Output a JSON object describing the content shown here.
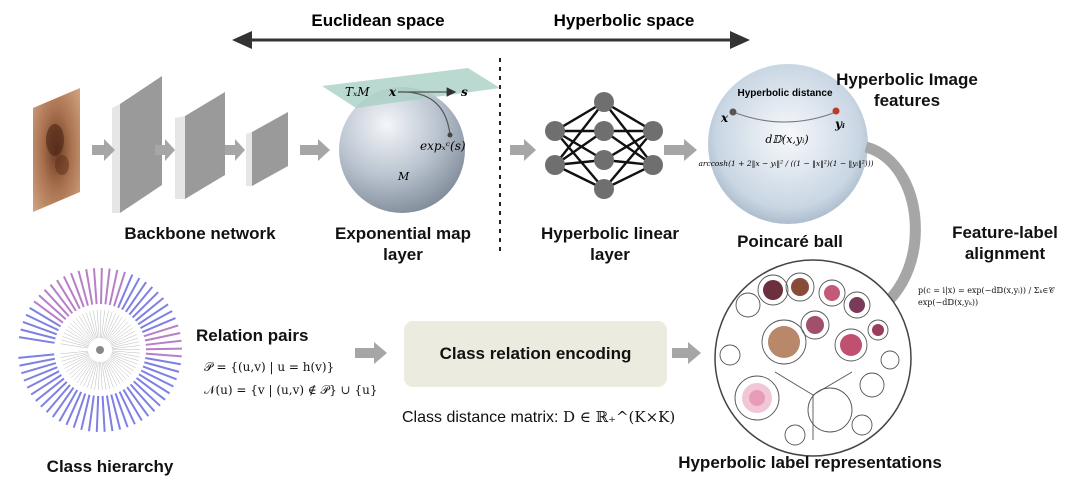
{
  "top_axis": {
    "euclidean_label": "Euclidean space",
    "hyperbolic_label": "Hyperbolic space"
  },
  "modules": {
    "backbone": "Backbone network",
    "exp_map_line1": "Exponential map",
    "exp_map_line2": "layer",
    "hyp_linear_line1": "Hyperbolic linear",
    "hyp_linear_line2": "layer",
    "poincare": "Poincaré ball",
    "hyp_features_line1": "Hyperbolic Image",
    "hyp_features_line2": "features",
    "alignment_line1": "Feature-label",
    "alignment_line2": "alignment",
    "relation_pairs": "Relation pairs",
    "class_relation_encoding": "Class relation encoding",
    "class_hierarchy": "Class hierarchy",
    "hyp_label_repr": "Hyperbolic label representations"
  },
  "exp_map_sphere": {
    "tangent_label": "TₓM",
    "x_label": "x",
    "s_label": "s",
    "exp_label": "expₓᶜ(s)",
    "manifold_label": "M"
  },
  "poincare_ball": {
    "distance_title": "Hyperbolic distance",
    "x_label": "x",
    "y_label": "yᵢ",
    "distance_symbol": "d𝔻(x,yᵢ)",
    "formula": "arccosh(1 + 2‖x − yᵢ‖² / ((1 − ‖x‖²)(1 − ‖yᵢ‖²)))"
  },
  "formulas": {
    "positive_pairs": "𝒫 = {(u,v) | u = h(v)}",
    "negative_pairs": "𝒩(u) = {v | (u,v) ∉ 𝒫} ∪ {u}",
    "probability": "p(c = i|x) = exp(−d𝔻(x,yᵢ)) / Σₖ∈𝒞 exp(−d𝔻(x,yₖ))",
    "distance_matrix_text": "Class distance matrix: ",
    "distance_matrix_math": "D ∈ ℝ₊^(K×K)"
  },
  "colors": {
    "arrow": "#a6a6a6",
    "block_face": "#eeeeee",
    "block_side": "#9a9a9a",
    "sphere": "#b5bfcc",
    "tangent_plane": "#a9cfc4",
    "node": "#6f6f6f",
    "encoding_box": "#ecebdf",
    "tree_purple": "#b77fc8",
    "tree_blue": "#7e80e4",
    "red_point": "#c0392b"
  }
}
